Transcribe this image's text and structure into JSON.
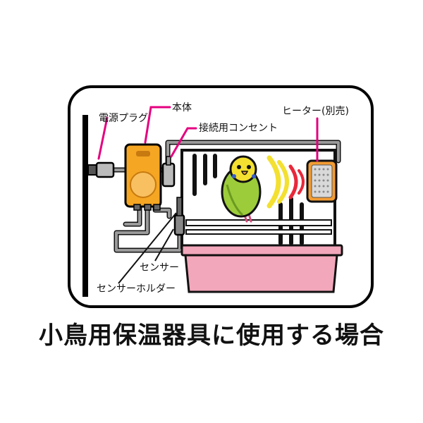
{
  "labels": {
    "power_plug": "電源プラグ",
    "main_unit": "本体",
    "outlet": "接続用コンセント",
    "heater": "ヒーター(別売)",
    "sensor": "センサー",
    "sensor_holder": "センサーホルダー"
  },
  "caption": "小鳥用保温器具に使用する場合",
  "colors": {
    "callout": "#e4007f",
    "unit_orange": "#f5a623",
    "cage_tray_pink": "#f2a7bb",
    "heater_orange": "#f39c33",
    "bird_green": "#9ccc3a",
    "cable_gray": "#8c8c8c"
  }
}
